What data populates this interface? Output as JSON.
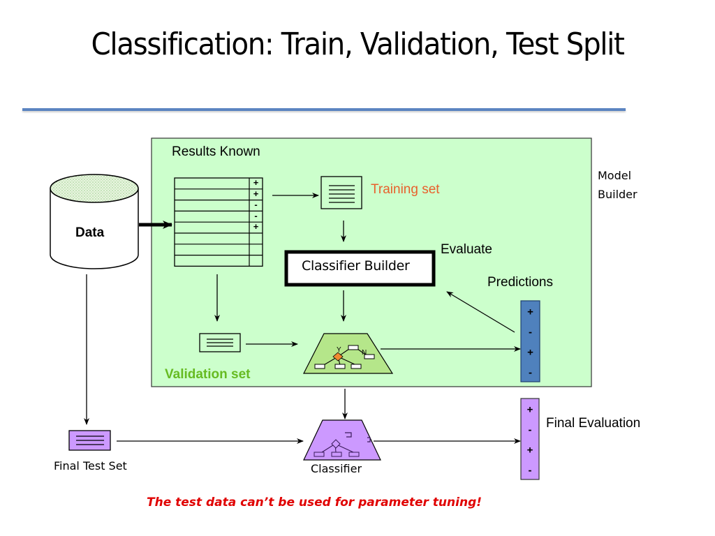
{
  "slide": {
    "title": "Classification: Train, Validation, Test Split",
    "accent_color": "#5b84c1"
  },
  "diagram": {
    "data_store": {
      "label": "Data",
      "icon": "database-cylinder-icon"
    },
    "model_builder_region": {
      "label_line1": "Model",
      "label_line2": "Builder",
      "fill": "#ccffcc",
      "heading": "Results Known"
    },
    "results_table": {
      "labels": [
        "+",
        "+",
        "-",
        "-",
        "+",
        "",
        "",
        ""
      ]
    },
    "training_set": {
      "label": "Training set",
      "color": "#e8602c",
      "icon": "document-lines-icon"
    },
    "classifier_builder": {
      "label": "Classifier Builder"
    },
    "evaluate_label": "Evaluate",
    "predictions": {
      "label": "Predictions",
      "values": [
        "+",
        "-",
        "+",
        "-"
      ],
      "fill": "#4f81bd"
    },
    "validation_set": {
      "label": "Validation set",
      "color": "#66bb22",
      "icon": "document-lines-icon"
    },
    "validation_tree": {
      "icon": "decision-tree-icon",
      "branch_yes": "Y",
      "branch_no": "N"
    },
    "final_test_set": {
      "label": "Final Test Set",
      "icon": "document-lines-icon",
      "fill": "#cc99ff"
    },
    "classifier": {
      "label": "Classifier",
      "icon": "decision-tree-icon",
      "fill": "#cc99ff"
    },
    "final_evaluation": {
      "label": "Final Evaluation",
      "values": [
        "+",
        "-",
        "+",
        "-"
      ],
      "fill": "#cc99ff"
    },
    "warning": {
      "text": "The test data can’t be used for parameter tuning!",
      "color": "#e00000"
    }
  }
}
